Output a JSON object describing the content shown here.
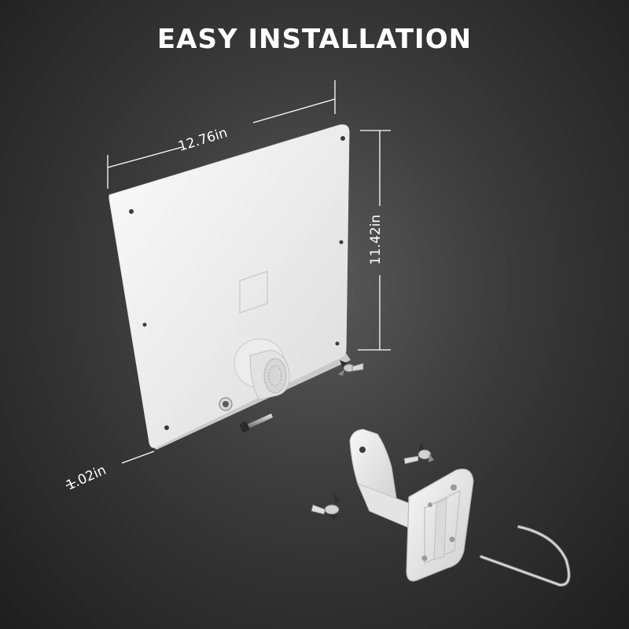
{
  "title": "EASY INSTALLATION",
  "dimensions": {
    "width": "12.76in",
    "height": "11.42in",
    "depth": "1.02in"
  },
  "colors": {
    "background": "#3a3a3a",
    "panel": "#f2f2f2",
    "text": "#ffffff"
  }
}
